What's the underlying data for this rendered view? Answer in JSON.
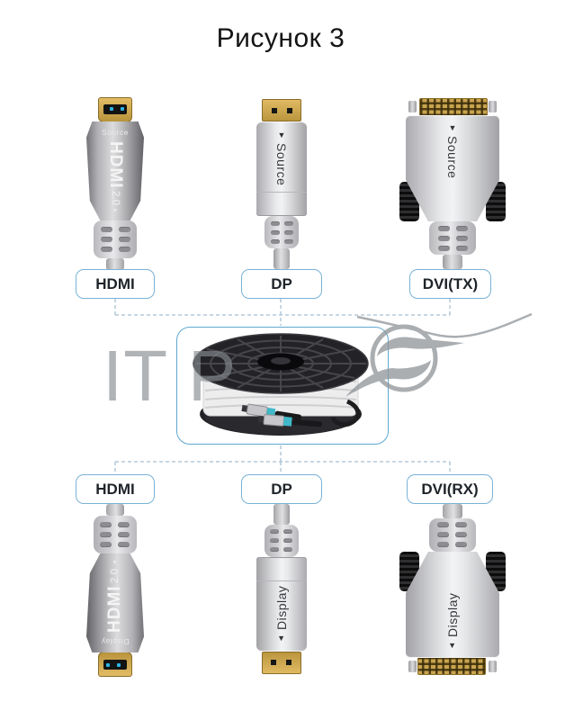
{
  "figure_title": "Рисунок 3",
  "top_row": {
    "hdmi": {
      "tag": "HDMI",
      "end_label": "Source",
      "brand": "HDMI",
      "version": "2.0",
      "arrow": "▼"
    },
    "dp": {
      "tag": "DP",
      "end_label": "Source",
      "arrow": "▼"
    },
    "dvi": {
      "tag": "DVI(TX)",
      "end_label": "Source",
      "arrow": "▼"
    }
  },
  "bottom_row": {
    "hdmi": {
      "tag": "HDMI",
      "end_label": "Display",
      "brand": "HDMI",
      "version": "2.0",
      "arrow": "▼"
    },
    "dp": {
      "tag": "DP",
      "end_label": "Display",
      "arrow": "▼"
    },
    "dvi": {
      "tag": "DVI(RX)",
      "end_label": "Display",
      "arrow": "▼"
    }
  },
  "center": {
    "image": "fiber-optic-cable-reel-photo"
  },
  "watermark": {
    "text": "IT P",
    "logo": "s-swoosh-ring-logo"
  },
  "colors": {
    "box_border": "#79b2d6",
    "dashed_line": "#a6bfd2",
    "label_text": "#1f242a",
    "watermark_gray": "#8e9498",
    "connector_gold": "#c9a44e",
    "fiber_boot_teal": "#3fb9c9"
  }
}
